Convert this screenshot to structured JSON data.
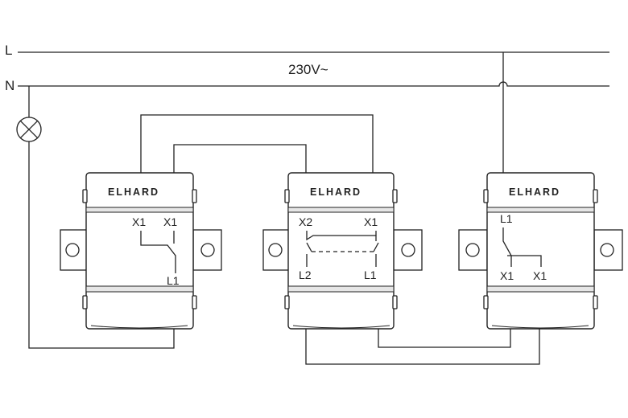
{
  "supply": {
    "line_label": "L",
    "neutral_label": "N",
    "voltage_label": "230V~"
  },
  "devices": [
    {
      "brand": "ELHARD",
      "terminals": [
        "X1",
        "X1",
        "L1"
      ]
    },
    {
      "brand": "ELHARD",
      "terminals": [
        "X2",
        "X1",
        "L2",
        "L1"
      ]
    },
    {
      "brand": "ELHARD",
      "terminals": [
        "L1",
        "X1",
        "X1"
      ]
    }
  ]
}
